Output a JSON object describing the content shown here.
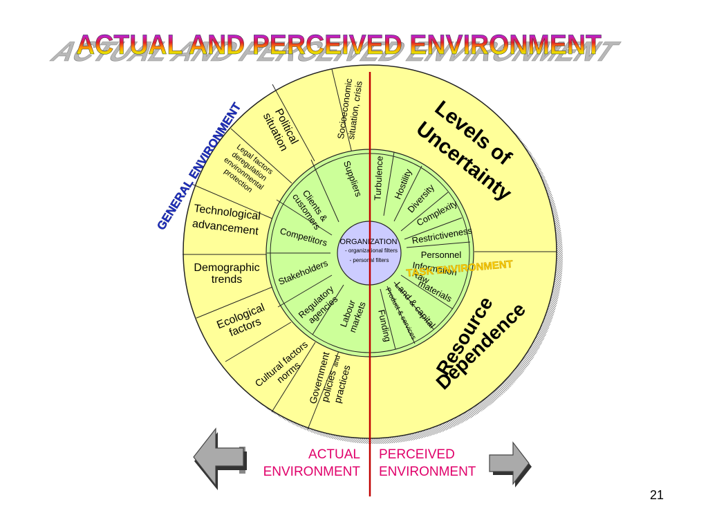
{
  "title": "ACTUAL AND PERCEIVED ENVIRONMENT",
  "colors": {
    "outer_ring": "#ffff99",
    "inner_ring": "#ccff99",
    "center": "#ccccff",
    "divider": "#c00000",
    "bottom_labels": "#e0006a",
    "general_env": "#1f2fbf",
    "task_env": "#ffd200"
  },
  "center": {
    "title": "ORGANIZATION",
    "line1": "-  organizational filters",
    "line2": "- personal filters"
  },
  "general_environment_label": "GENERAL ENVIRONMENT",
  "task_environment_label": "TASK ENVIRONMENT",
  "levels_of_uncertainty": [
    "Levels of",
    "Uncertainty"
  ],
  "resource_dependence": [
    "Resource",
    "Dependence"
  ],
  "outer_segments": {
    "socioeconomic": [
      "Socioeconomic",
      "situation, crisis"
    ],
    "political": [
      "Political",
      "situation"
    ],
    "legal": [
      "Legal factors",
      "deregulation",
      "environmental",
      "protection"
    ],
    "technological": [
      "Technological",
      "advancement"
    ],
    "demographic": [
      "Demographic",
      "trends"
    ],
    "ecological": [
      "Ecological",
      "factors"
    ],
    "cultural": [
      "Cultural factors",
      "norms"
    ],
    "government": [
      "Government",
      "policies",
      "and",
      "practices"
    ]
  },
  "inner_actual": {
    "suppliers": "Suppliers",
    "clients": [
      "Clients &",
      "customers"
    ],
    "competitors": "Competitors",
    "stakeholders": "Stakeholders",
    "regulatory": [
      "Regulatory",
      "agencies"
    ],
    "labour": [
      "Labour",
      "markets"
    ]
  },
  "inner_perceived": {
    "turbulence": "Turbulence",
    "hostility": "Hostility",
    "diversity": "Diversity",
    "complexity": "Complexity",
    "restrictiveness": "Restrictiveness",
    "funding": "Funding",
    "product": "Product & services",
    "land": "Land & capital",
    "raw": [
      "Raw",
      "materials"
    ],
    "information": "Information",
    "personnel": "Personnel"
  },
  "actual_label": [
    "ACTUAL",
    "ENVIRONMENT"
  ],
  "perceived_label": [
    "PERCEIVED",
    "ENVIRONMENT"
  ],
  "page_number": "21"
}
